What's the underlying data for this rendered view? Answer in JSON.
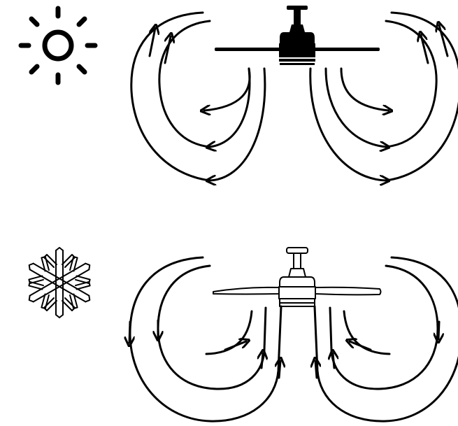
{
  "diagram": {
    "panels": [
      {
        "mode_icon": "sun-icon",
        "fan_style": "filled",
        "airflow": "downward"
      },
      {
        "mode_icon": "snowflake-icon",
        "fan_style": "outline",
        "airflow": "upward"
      }
    ],
    "colors": {
      "ink": "#000000",
      "background": "#ffffff"
    }
  }
}
